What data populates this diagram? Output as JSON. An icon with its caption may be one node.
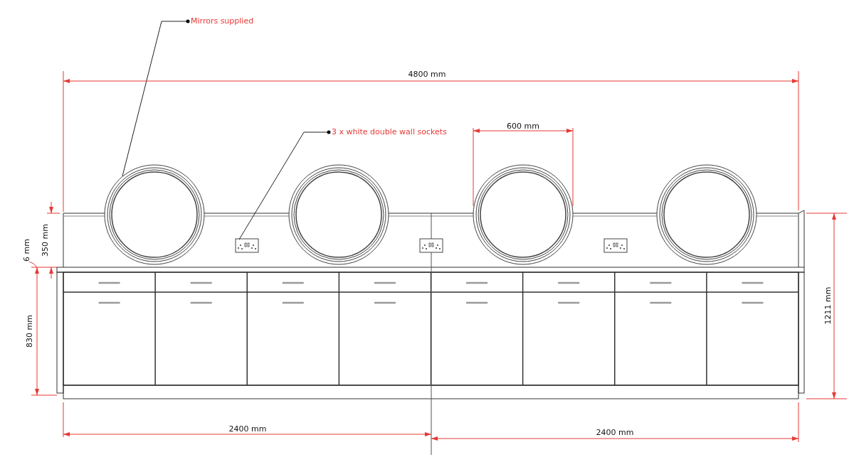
{
  "diagram": {
    "nodes": [
      {
        "text": [
          "Mirrors supplied"
        ]
      },
      {
        "text": [],
        "shape": "circle"
      },
      {
        "text": [],
        "shape": "circle"
      },
      {
        "text": [],
        "shape": "circle"
      },
      {
        "text": [],
        "shape": "circle"
      },
      {
        "text": [
          "3 x white double wall sockets"
        ]
      },
      {
        "text": [],
        "shape": "box"
      },
      {
        "text": [],
        "shape": "box"
      },
      {
        "text": [],
        "shape": "box"
      }
    ],
    "edges": [
      {
        "from": 0,
        "to": 1,
        "arrow": "other"
      },
      {
        "from": 5,
        "to": 6,
        "arrow": "other"
      }
    ],
    "labels": [
      "4800 mm",
      "600 mm",
      "350 mm",
      "6 mm",
      "1211 mm",
      "830 mm",
      "2400 mm",
      "2400 mm"
    ]
  }
}
